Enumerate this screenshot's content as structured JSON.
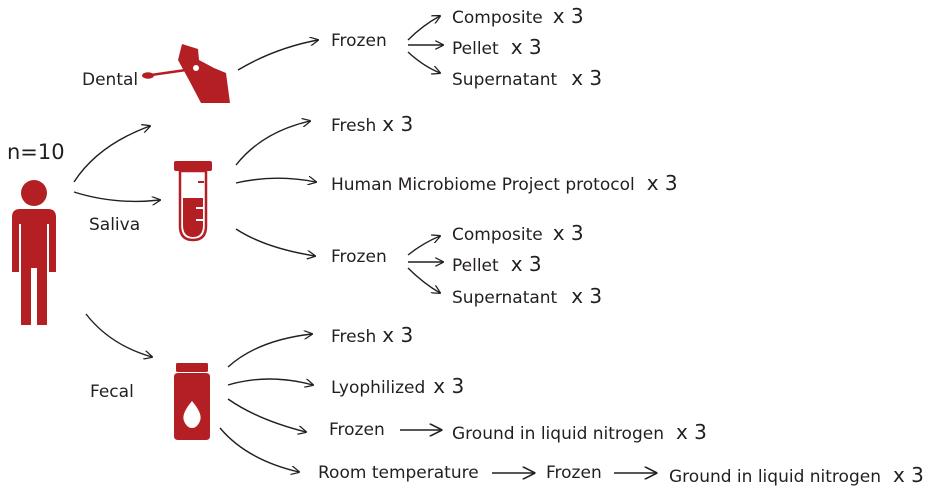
{
  "colors": {
    "accent": "#b41f24",
    "ink": "#231f20"
  },
  "subjects": {
    "label": "n=10"
  },
  "icons": {
    "person": "person-icon",
    "dental": "swab-hand-icon",
    "saliva": "test-tube-icon",
    "fecal": "specimen-jar-icon"
  },
  "samples": {
    "dental": {
      "label": "Dental"
    },
    "saliva": {
      "label": "Saliva"
    },
    "fecal": {
      "label": "Fecal"
    }
  },
  "dental_branch": {
    "frozen": "Frozen",
    "outputs": [
      {
        "label": "Composite",
        "count": "x 3"
      },
      {
        "label": "Pellet",
        "count": "x 3"
      },
      {
        "label": "Supernatant",
        "count": "x 3"
      }
    ]
  },
  "saliva_branch": {
    "fresh": {
      "label": "Fresh",
      "count": "x 3"
    },
    "hmp": {
      "label": "Human Microbiome Project protocol",
      "count": "x 3"
    },
    "frozen": "Frozen",
    "outputs": [
      {
        "label": "Composite",
        "count": "x 3"
      },
      {
        "label": "Pellet",
        "count": "x 3"
      },
      {
        "label": "Supernatant",
        "count": "x 3"
      }
    ]
  },
  "fecal_branch": {
    "fresh": {
      "label": "Fresh",
      "count": "x 3"
    },
    "lyophilized": {
      "label": "Lyophilized",
      "count": "x 3"
    },
    "frozen": {
      "label": "Frozen",
      "next": "Ground in liquid nitrogen",
      "count": "x 3"
    },
    "room_temperature": {
      "label": "Room temperature",
      "next": "Frozen",
      "final": "Ground in liquid nitrogen",
      "count": "x 3"
    }
  }
}
